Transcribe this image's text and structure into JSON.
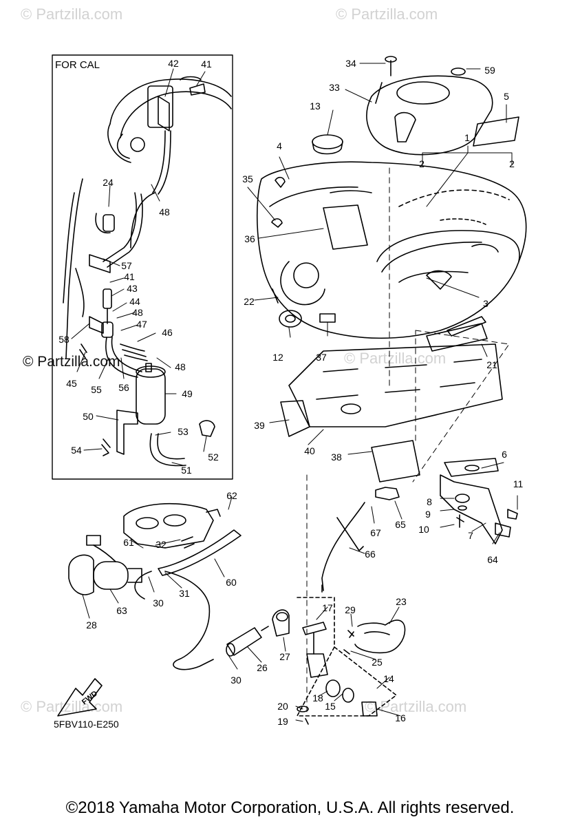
{
  "watermark": {
    "text": "© Partzilla.com",
    "inline_text": "© Partzilla.com"
  },
  "inset": {
    "title": "FOR CAL"
  },
  "diagram_ref": "5FBV110-E250",
  "fwd_label": "FWD",
  "footer": "©2018 Yamaha Motor Corporation, U.S.A. All rights reserved.",
  "callouts": [
    {
      "id": "c1",
      "text": "1"
    },
    {
      "id": "c2a",
      "text": "2"
    },
    {
      "id": "c2b",
      "text": "2"
    },
    {
      "id": "c3",
      "text": "3"
    },
    {
      "id": "c4",
      "text": "4"
    },
    {
      "id": "c5",
      "text": "5"
    },
    {
      "id": "c6",
      "text": "6"
    },
    {
      "id": "c7",
      "text": "7"
    },
    {
      "id": "c8",
      "text": "8"
    },
    {
      "id": "c9",
      "text": "9"
    },
    {
      "id": "c10",
      "text": "10"
    },
    {
      "id": "c11",
      "text": "11"
    },
    {
      "id": "c12",
      "text": "12"
    },
    {
      "id": "c13",
      "text": "13"
    },
    {
      "id": "c14",
      "text": "14"
    },
    {
      "id": "c15",
      "text": "15"
    },
    {
      "id": "c16",
      "text": "16"
    },
    {
      "id": "c17",
      "text": "17"
    },
    {
      "id": "c18",
      "text": "18"
    },
    {
      "id": "c19",
      "text": "19"
    },
    {
      "id": "c20",
      "text": "20"
    },
    {
      "id": "c21",
      "text": "21"
    },
    {
      "id": "c22",
      "text": "22"
    },
    {
      "id": "c23",
      "text": "23"
    },
    {
      "id": "c24",
      "text": "24"
    },
    {
      "id": "c25",
      "text": "25"
    },
    {
      "id": "c26",
      "text": "26"
    },
    {
      "id": "c27",
      "text": "27"
    },
    {
      "id": "c28",
      "text": "28"
    },
    {
      "id": "c29",
      "text": "29"
    },
    {
      "id": "c30a",
      "text": "30"
    },
    {
      "id": "c30b",
      "text": "30"
    },
    {
      "id": "c31",
      "text": "31"
    },
    {
      "id": "c32",
      "text": "32"
    },
    {
      "id": "c33",
      "text": "33"
    },
    {
      "id": "c34",
      "text": "34"
    },
    {
      "id": "c35",
      "text": "35"
    },
    {
      "id": "c36",
      "text": "36"
    },
    {
      "id": "c37",
      "text": "37"
    },
    {
      "id": "c38",
      "text": "38"
    },
    {
      "id": "c39",
      "text": "39"
    },
    {
      "id": "c40",
      "text": "40"
    },
    {
      "id": "c41a",
      "text": "41"
    },
    {
      "id": "c41b",
      "text": "41"
    },
    {
      "id": "c42",
      "text": "42"
    },
    {
      "id": "c43",
      "text": "43"
    },
    {
      "id": "c44",
      "text": "44"
    },
    {
      "id": "c45",
      "text": "45"
    },
    {
      "id": "c46",
      "text": "46"
    },
    {
      "id": "c47",
      "text": "47"
    },
    {
      "id": "c48a",
      "text": "48"
    },
    {
      "id": "c48b",
      "text": "48"
    },
    {
      "id": "c48c",
      "text": "48"
    },
    {
      "id": "c49",
      "text": "49"
    },
    {
      "id": "c50",
      "text": "50"
    },
    {
      "id": "c51",
      "text": "51"
    },
    {
      "id": "c52",
      "text": "52"
    },
    {
      "id": "c53",
      "text": "53"
    },
    {
      "id": "c54",
      "text": "54"
    },
    {
      "id": "c55",
      "text": "55"
    },
    {
      "id": "c56",
      "text": "56"
    },
    {
      "id": "c57",
      "text": "57"
    },
    {
      "id": "c58",
      "text": "58"
    },
    {
      "id": "c59",
      "text": "59"
    },
    {
      "id": "c60",
      "text": "60"
    },
    {
      "id": "c61",
      "text": "61"
    },
    {
      "id": "c62",
      "text": "62"
    },
    {
      "id": "c63",
      "text": "63"
    },
    {
      "id": "c64",
      "text": "64"
    },
    {
      "id": "c65",
      "text": "65"
    },
    {
      "id": "c66",
      "text": "66"
    },
    {
      "id": "c67",
      "text": "67"
    }
  ]
}
